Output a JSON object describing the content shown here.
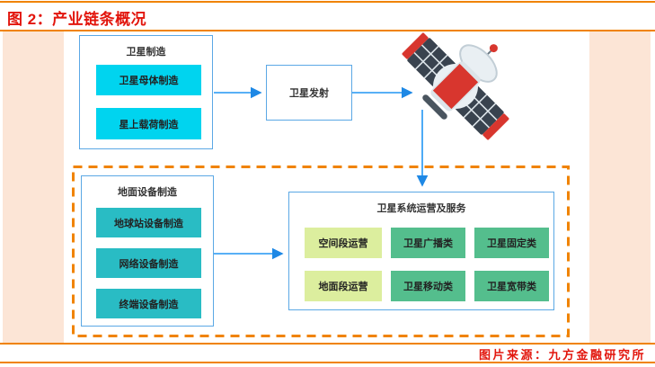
{
  "page": {
    "figure_title": "图 2：产业链条概况",
    "source_note": "图片来源：九方金融研究所"
  },
  "palette": {
    "accent_orange": "#F08300",
    "title_red": "#E2150C",
    "peach_band": "#FCE5D6",
    "box_border_blue": "#5BA8E5",
    "arrow_blue": "#2196F3",
    "cyan_chip": "#00D4EF",
    "teal_chip": "#29BCC4",
    "light_green_chip": "#DCEE9E",
    "green_chip": "#54BE8D",
    "satellite_body_red": "#D8362E",
    "satellite_panel_navy": "#39434F"
  },
  "diagram": {
    "satellite_manufacturing": {
      "title": "卫星制造",
      "items": [
        "卫星母体制造",
        "星上载荷制造"
      ]
    },
    "launch": {
      "label": "卫星发射"
    },
    "satellite_icon": "satellite",
    "ground_equipment": {
      "title": "地面设备制造",
      "items": [
        "地球站设备制造",
        "网络设备制造",
        "终端设备制造"
      ]
    },
    "services": {
      "title": "卫星系统运营及服务",
      "cells": [
        {
          "label": "空间段运营"
        },
        {
          "label": "卫星广播类"
        },
        {
          "label": "卫星固定类"
        },
        {
          "label": "地面段运营"
        },
        {
          "label": "卫星移动类"
        },
        {
          "label": "卫星宽带类"
        }
      ]
    }
  }
}
